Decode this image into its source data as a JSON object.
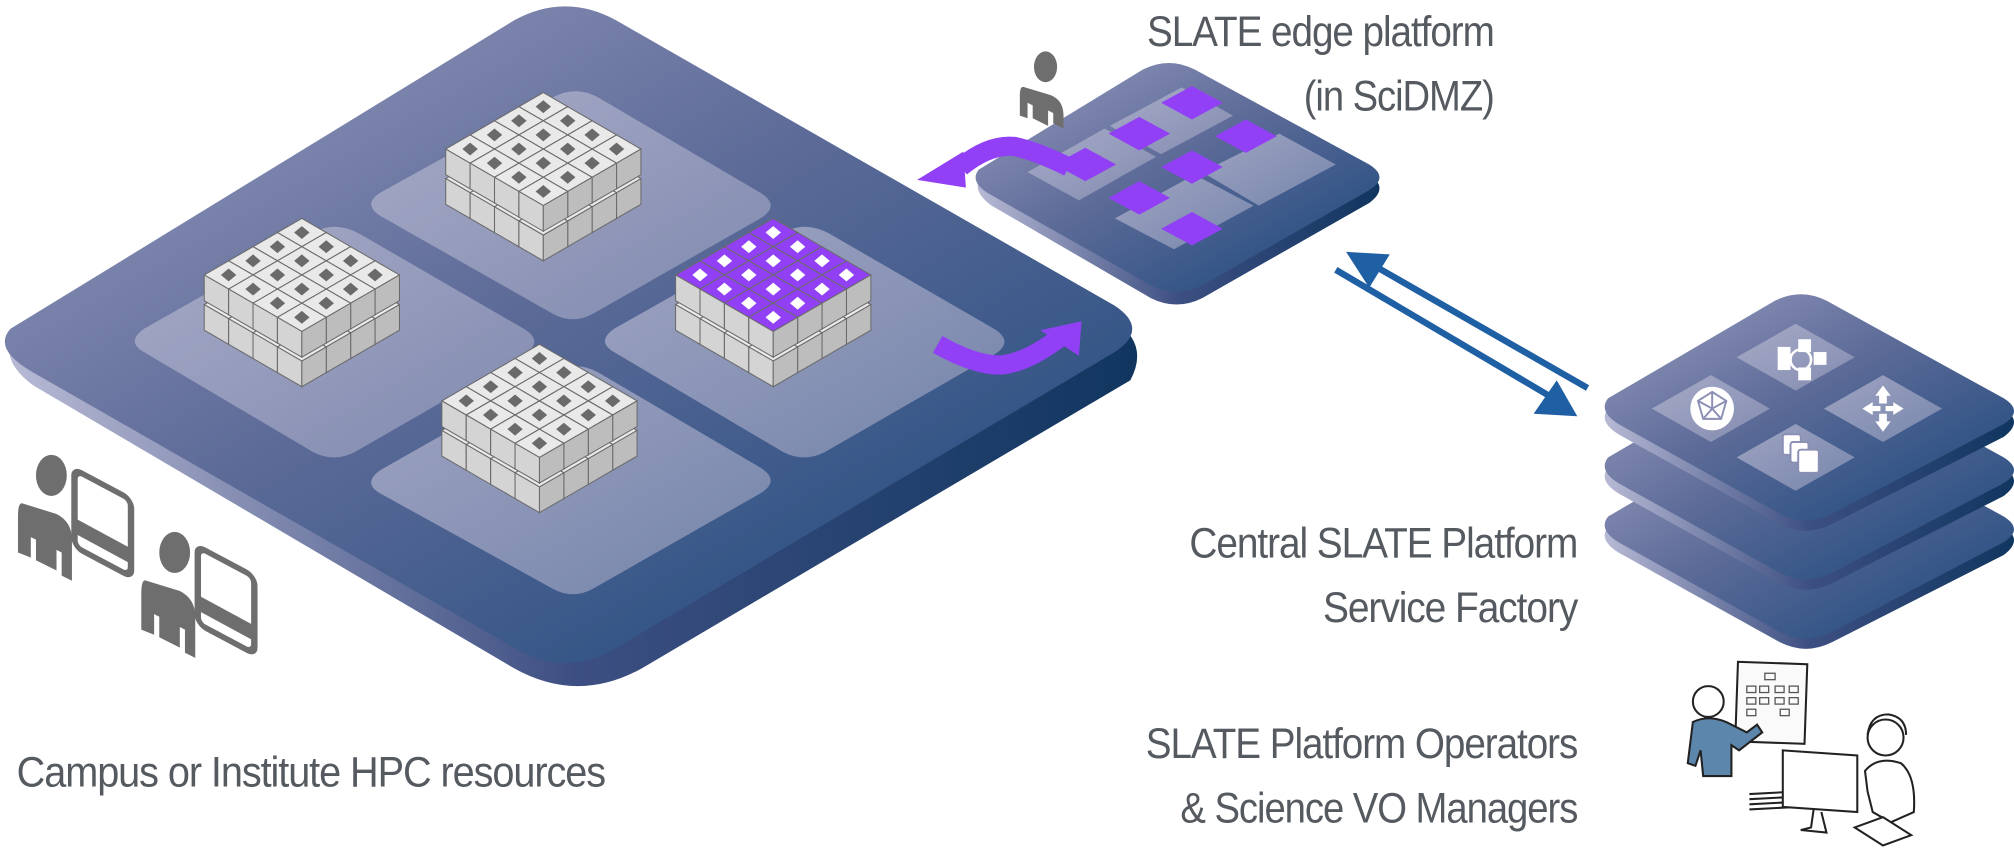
{
  "labels": {
    "edge_platform": {
      "line1": "SLATE edge platform",
      "line2": "(in SciDMZ)"
    },
    "central_platform": {
      "line1": "Central SLATE Platform",
      "line2": "Service Factory"
    },
    "operators": {
      "line1": "SLATE Platform Operators",
      "line2": "& Science VO Managers"
    },
    "hpc_resources": "Campus or Institute HPC resources"
  },
  "hpc_cluster": {
    "node_groups": [
      {
        "name": "top-group",
        "active": false,
        "rows": 4,
        "cols": 4
      },
      {
        "name": "left-group",
        "active": false,
        "rows": 4,
        "cols": 4
      },
      {
        "name": "bottom-group",
        "active": false,
        "rows": 4,
        "cols": 4
      },
      {
        "name": "right-group",
        "active": true,
        "rows": 4,
        "cols": 4
      }
    ]
  },
  "edge_platform": {
    "active_tiles": 7
  },
  "central_services": [
    {
      "icon": "network-cluster-icon"
    },
    {
      "icon": "geodesic-sphere-icon"
    },
    {
      "icon": "load-balancer-arrows-icon"
    },
    {
      "icon": "stacked-containers-icon"
    }
  ],
  "colors": {
    "platform_light": "#8a8fb3",
    "platform_dark": "#1d4a7c",
    "active_purple": "#9240f5",
    "arrow_blue": "#1f5fa3",
    "node_gray": "#d7d7d7",
    "text_gray": "#555a60",
    "icon_gray": "#6e6e6e"
  }
}
